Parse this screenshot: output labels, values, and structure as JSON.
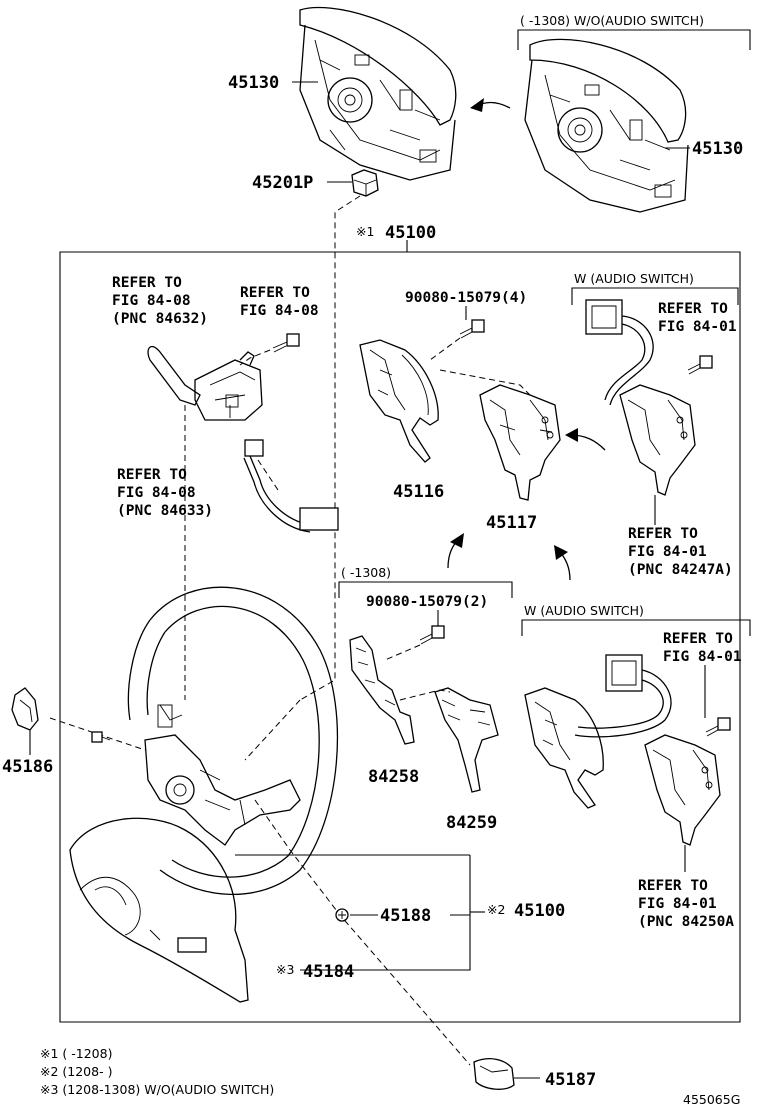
{
  "labels": {
    "p45130_left": "45130",
    "p45130_right": "45130",
    "p45201p": "45201P",
    "p45100_main_mark": "※1",
    "p45100_main": "45100",
    "p45116": "45116",
    "p45117": "45117",
    "p84258": "84258",
    "p84259": "84259",
    "p45186": "45186",
    "p45188": "45188",
    "p45100_sub_mark": "※2",
    "p45100_sub": "45100",
    "p45184_mark": "※3",
    "p45184": "45184",
    "p45187": "45187",
    "bolt_a": "90080-15079(4)",
    "bolt_b": "90080-15079(2)",
    "diagram_id": "455065G"
  },
  "brackets": {
    "wo_audio_top": "(      -1308) W/O(AUDIO SWITCH)",
    "w_audio_upper": "W (AUDIO SWITCH)",
    "range_1308": "(      -1308)",
    "w_audio_lower": "W (AUDIO SWITCH)"
  },
  "refs": {
    "r1": [
      "REFER TO",
      "FIG 84-08",
      "(PNC 84632)"
    ],
    "r2": [
      "REFER TO",
      "FIG 84-08"
    ],
    "r3": [
      "REFER TO",
      "FIG 84-08",
      "(PNC 84633)"
    ],
    "r4": [
      "REFER TO",
      "FIG 84-01"
    ],
    "r5": [
      "REFER TO",
      "FIG 84-01",
      "(PNC 84247A)"
    ],
    "r6": [
      "REFER TO",
      "FIG 84-01"
    ],
    "r7": [
      "REFER TO",
      "FIG 84-01",
      "(PNC 84250A"
    ]
  },
  "notes": [
    "※1 (      -1208)",
    "※2 (1208-      )",
    "※3 (1208-1308) W/O(AUDIO SWITCH)"
  ]
}
